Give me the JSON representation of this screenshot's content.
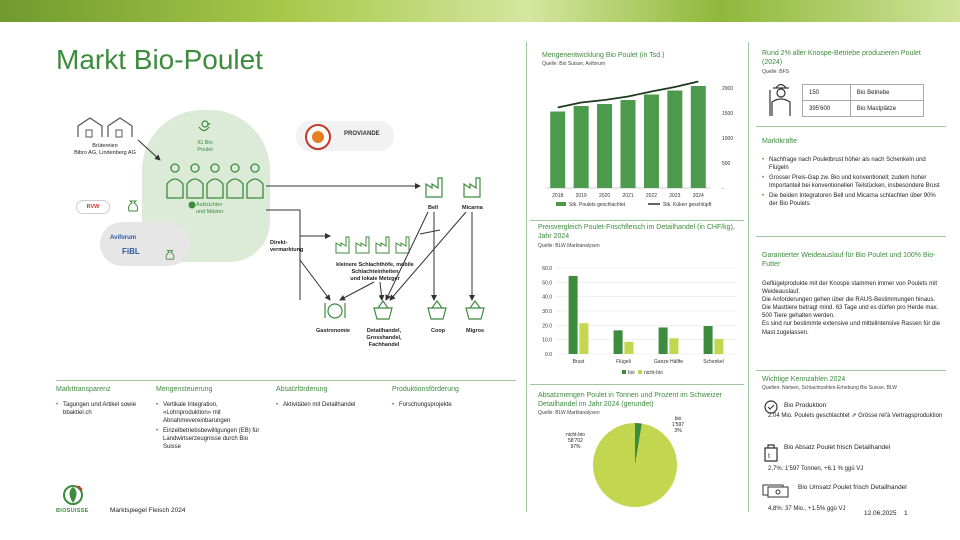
{
  "page": {
    "title": "Markt Bio-Poulet",
    "footer": "Marktspiegel Fleisch 2024",
    "date": "12.06.2025",
    "page_num": "1",
    "logo_text": "BIOSUISSE"
  },
  "flow": {
    "brueterei": "Brütereien\nBibro AG, Lindenberg AG",
    "ig": "IG Bio\nPoulet",
    "proviande": "PROVIANDE",
    "aufzuechter": "Aufzüchter\nund Mäster",
    "rvw": "RVW",
    "aviforum": "Aviforum",
    "fibl": "FiBL",
    "bell": "Bell",
    "micarna": "Micarna",
    "direkt": "Direkt-\nvermarktung",
    "kleine": "kleinere Schlachthöfe, mobile\nSchlachteinheiten\nund lokale Metzger",
    "gastronomie": "Gastronomie",
    "detail": "Detailhandel,\nGrosshandel,\nFachhandel",
    "coop": "Coop",
    "migros": "Migros"
  },
  "bottom_sections": [
    {
      "title": "Markttransparenz",
      "items": [
        "Tagungen und Artikel sowie bbaktiel.ch"
      ]
    },
    {
      "title": "Mengensteuerung",
      "items": [
        "Vertikale Integration, «Lohnproduktion» mit Abnahmevereinbarungen",
        "Einzelbetriebsbewilligungen (EB) für Landwirtserzeugnisse durch Bio Suisse"
      ]
    },
    {
      "title": "Absatzförderung",
      "items": [
        "Aktivitäten mit Detailhandel"
      ]
    },
    {
      "title": "Produktionsförderung",
      "items": [
        "Forschungsprojekte"
      ]
    }
  ],
  "chart1": {
    "title": "Mengenentwicklung Bio Poulet (in Tsd.)",
    "source": "Quelle: Bio Suisse, Aviforum",
    "legend": [
      "Stk. Poulets geschlachtet",
      "Stk. Küken geschlüpft"
    ]
  },
  "chart2": {
    "title": "Preisvergleich Poulet-Frischfleisch im Detailhandel (in CHF/kg), Jahr 2024",
    "source": "Quelle: BLW Marktanalysen",
    "legend": [
      "bio",
      "nicht-bio"
    ]
  },
  "chart3": {
    "title": "Absatzmengen Poulet in Tonnen und Prozent im Schweizer Detailhandel im Jahr 2024 (gerundet)",
    "source": "Quelle: BLW Marktanalysen",
    "bio_label": "bio\n1'597\n3%",
    "nonbio_label": "nicht-bio\n58'702\n97%"
  },
  "right": {
    "intro_title": "Rund 2% aller Knospe-Betriebe produzieren Poulet (2024)",
    "intro_source": "Quelle: BFS",
    "table": [
      [
        "150",
        "Bio Betriebe"
      ],
      [
        "395'600",
        "Bio Mastplätze"
      ]
    ],
    "marktkraefte_title": "Marktkräfte",
    "marktkraefte": [
      "Nachfrage nach Pouletbrust höher als nach Schenkeln und Flügeln",
      "Grosser Preis-Gap zw. Bio und konventionell; zudem hoher Importanteil bei konventionellen Teilstücken, insbesondere Brust",
      "Die beiden Integratoren Bell und Micarna schlachten über 90% der Bio Poulets"
    ],
    "weide_title": "Garantierter Weideauslauf für Bio Poulet und 100% Bio-Futter",
    "weide_text": [
      "Geflügelprodukte mit der Knospe stammen immer von Poulets mit Weideauslauf.",
      "Die Anforderungen gehen über die RAUS-Bestimmungen hinaus. Die Masttiere betragt mind. 63 Tage und es dürfen pro Herde max. 500 Tiere gehalten werden.",
      "Es sind nur bestimmte extensive und mittelintensive Rassen für die Mast zugelassen."
    ],
    "kz_title": "Wichtige Kennzahlen 2024",
    "kz_source": "Quellen: Nielsen, Schlachtzahlen-Erhebung Bio Suisse, BLW",
    "kz": [
      {
        "title": "Bio Produktion",
        "text": "2.04 Mio. Poulets geschlachtet ⇗ Grösse rel'à Vertragsproduktion"
      },
      {
        "title": "Bio Absatz Poulet frisch Detailhandel",
        "text": "2,7%: 1'597 Tonnen, +6.1 % ggü VJ"
      },
      {
        "title": "Bio Umsatz Poulet frisch Detailhandel",
        "text": "4,8%: 37 Mio., +1.5% ggü VJ"
      }
    ]
  },
  "chart_data": [
    {
      "type": "bar",
      "title": "Mengenentwicklung Bio Poulet (in Tsd.)",
      "categories": [
        "2018",
        "2019",
        "2020",
        "2021",
        "2022",
        "2023",
        "2024"
      ],
      "series": [
        {
          "name": "Stk. Poulets geschlachtet",
          "type": "bar",
          "values": [
            1530,
            1640,
            1680,
            1760,
            1870,
            1950,
            2040
          ]
        },
        {
          "name": "Stk. Küken geschlüpft",
          "type": "line",
          "values": [
            1610,
            1710,
            1760,
            1830,
            1930,
            2020,
            2130
          ]
        }
      ],
      "ylim": [
        0,
        2200
      ],
      "yticks": [
        500,
        1000,
        1500,
        2000
      ],
      "ytick_labels": [
        "500",
        "1000",
        "1500",
        "2000"
      ],
      "colors": {
        "bar": "#4c9a4c",
        "line": "#1f3b1f"
      }
    },
    {
      "type": "bar",
      "title": "Preisvergleich Poulet-Frischfleisch im Detailhandel (in CHF/kg), Jahr 2024",
      "categories": [
        "Brust",
        "Flügeli",
        "Ganze Hälfte",
        "Schenkel"
      ],
      "series": [
        {
          "name": "bio",
          "values": [
            54.5,
            16.5,
            18.5,
            19.5
          ]
        },
        {
          "name": "nicht-bio",
          "values": [
            21.5,
            8.5,
            11.0,
            10.5
          ]
        }
      ],
      "ylim": [
        0,
        60
      ],
      "yticks": [
        0,
        10,
        20,
        30,
        40,
        50,
        60
      ],
      "ytick_labels": [
        "0.0",
        "10.0",
        "20.0",
        "30.0",
        "40.0",
        "50.0",
        "60.0"
      ],
      "colors": {
        "bio": "#3d8b3d",
        "nicht-bio": "#c2d650"
      }
    },
    {
      "type": "pie",
      "title": "Absatzmengen Poulet in Tonnen und Prozent im Schweizer Detailhandel im Jahr 2024 (gerundet)",
      "slices": [
        {
          "name": "bio",
          "value": 1597,
          "percent": 3
        },
        {
          "name": "nicht-bio",
          "value": 58702,
          "percent": 97
        }
      ],
      "colors": {
        "bio": "#3d8b3d",
        "nicht-bio": "#c2d650"
      }
    }
  ]
}
